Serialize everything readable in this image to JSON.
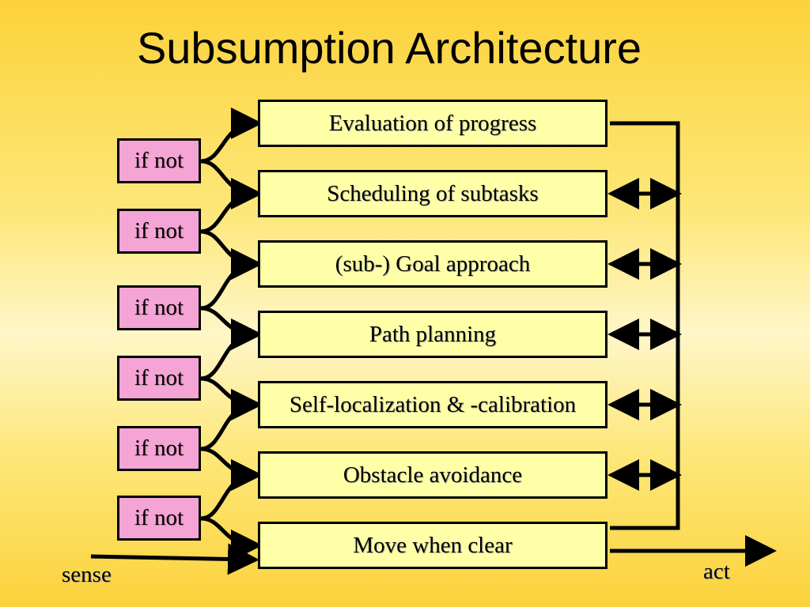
{
  "title": "Subsumption Architecture",
  "layers": [
    "Evaluation of progress",
    "Scheduling of subtasks",
    "(sub-) Goal approach",
    "Path planning",
    "Self-localization & -calibration",
    "Obstacle avoidance",
    "Move when clear"
  ],
  "suppressors": [
    "if not",
    "if not",
    "if not",
    "if not",
    "if not",
    "if not"
  ],
  "input_label": "sense",
  "output_label": "act",
  "colors": {
    "layer_fill": "#ffffa8",
    "suppressor_fill": "#f5a4d6",
    "line": "#000000"
  }
}
